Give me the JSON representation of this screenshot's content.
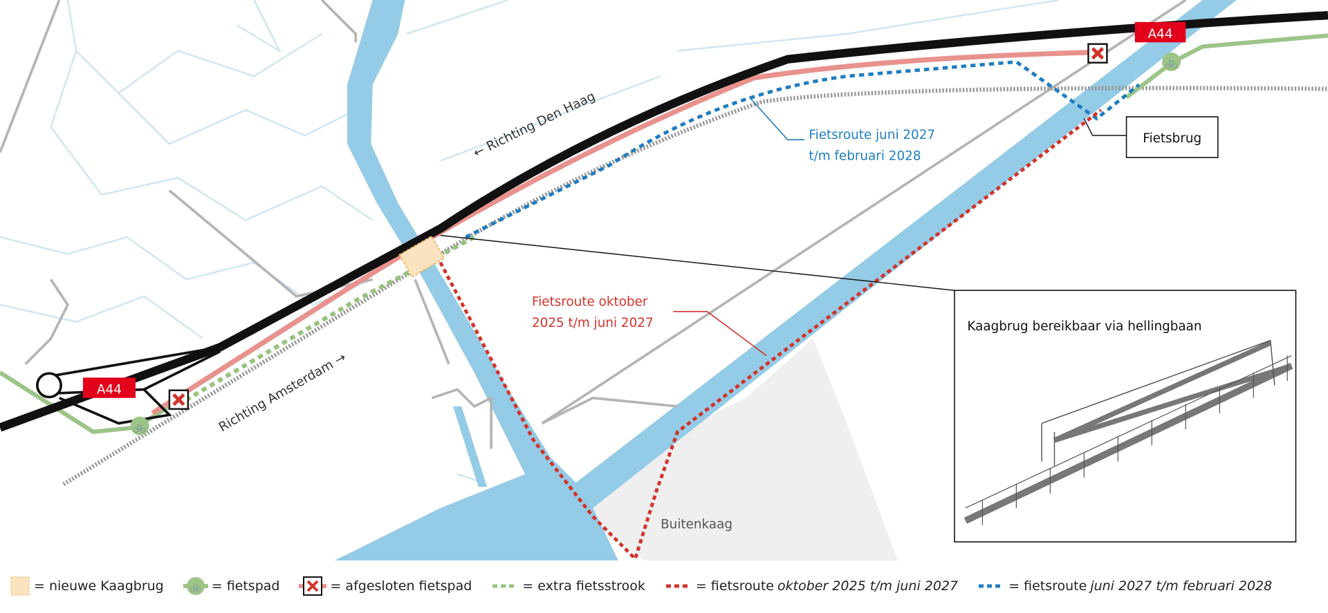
{
  "colors": {
    "water": "#94cbe6",
    "road": "#b4b4b4",
    "highway": "#111111",
    "closed_path": "#e8928e",
    "route_2025": "#d1342b",
    "route_2027": "#1f7dc1",
    "extra_strip": "#97c37e",
    "cycle_path": "#9cc488",
    "new_bridge": "#fbe3c0",
    "badge": "#e3001b"
  },
  "map": {
    "highway_labels": [
      "A44",
      "A44"
    ],
    "direction_den_haag": "← Richting Den Haag",
    "direction_amsterdam": "Richting Amsterdam →",
    "route_2027_label": [
      "Fietsroute juni 2027",
      "t/m februari 2028"
    ],
    "route_2025_label": [
      "Fietsroute oktober",
      "2025 t/m juni 2027"
    ],
    "fietsbrug_label": "Fietsbrug",
    "place_label": "Buitenkaag",
    "inset_title": "Kaagbrug bereikbaar via hellingbaan",
    "icons": [
      "bicycle-icon",
      "closed-x-icon"
    ]
  },
  "legend": {
    "new_bridge": "= nieuwe Kaagbrug",
    "cycle_path": "= fietspad",
    "closed_path": "= afgesloten fietspad",
    "extra_strip": "= extra fietsstrook",
    "route_2025_prefix": "= fietsroute",
    "route_2025_period": "oktober 2025 t/m juni 2027",
    "route_2027_prefix": "= fietsroute",
    "route_2027_period": "juni 2027 t/m februari 2028"
  }
}
